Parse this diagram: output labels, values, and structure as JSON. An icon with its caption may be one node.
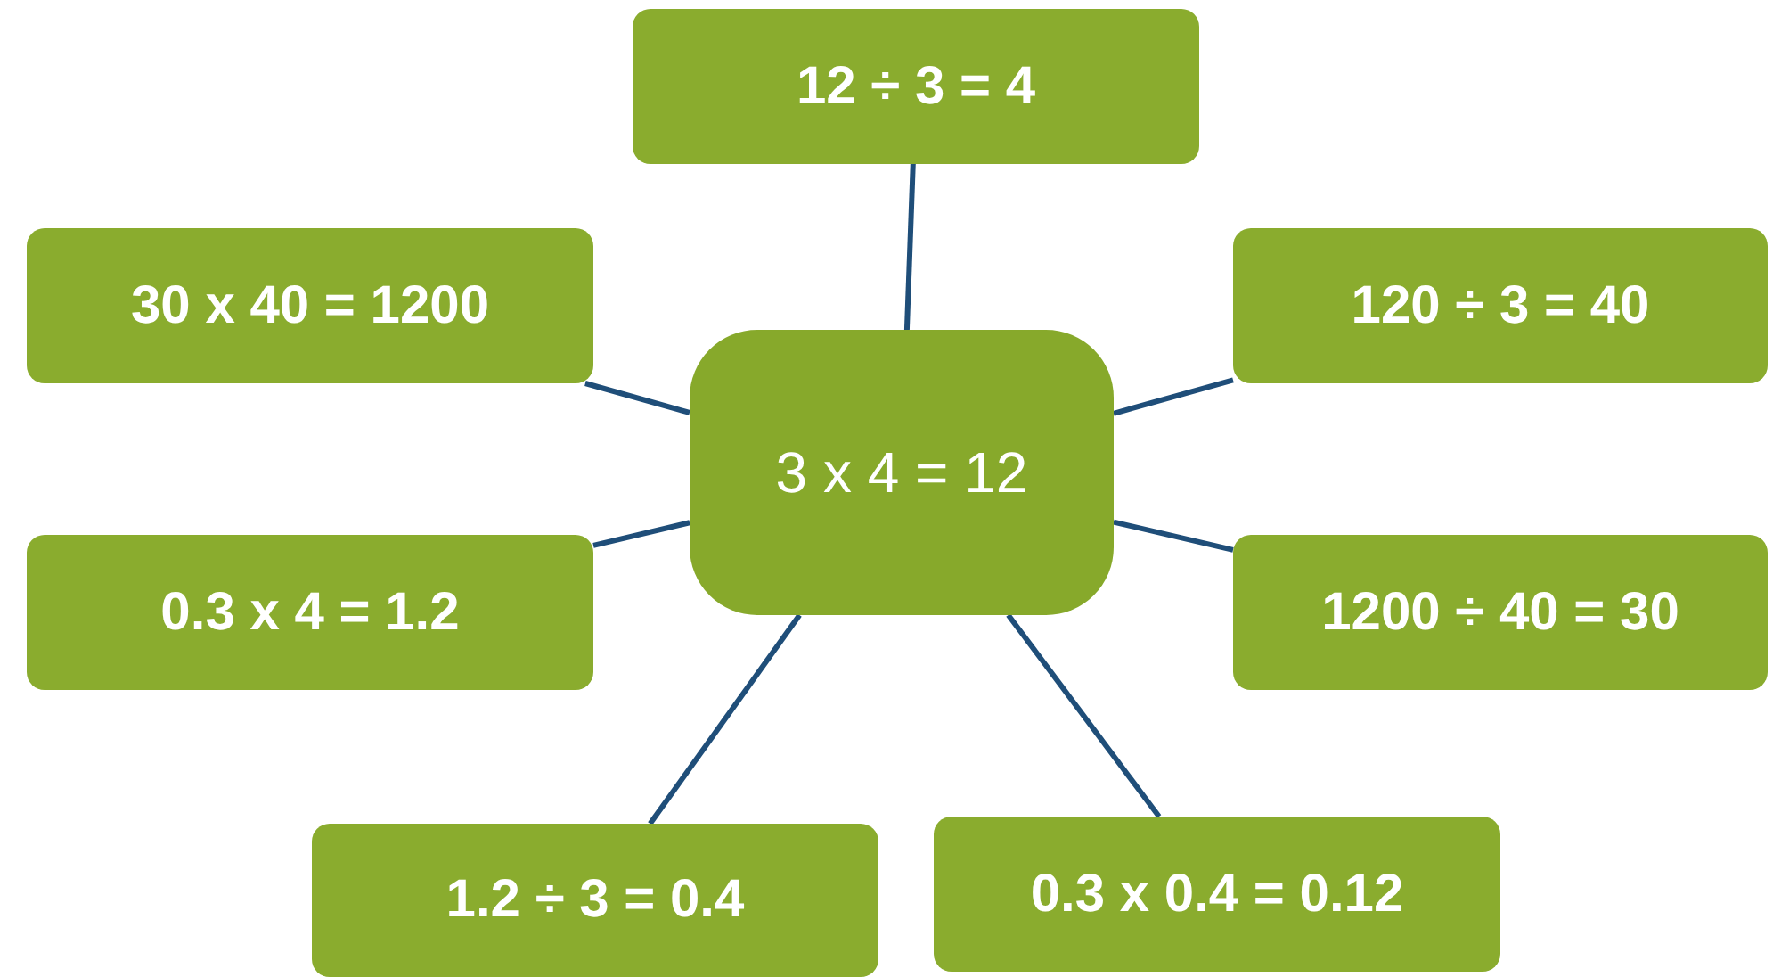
{
  "diagram": {
    "nodes": [
      {
        "text": [
          "12 ÷ 3 = 4"
        ]
      },
      {
        "text": [
          "30 x 40 = 1200"
        ]
      },
      {
        "text": [
          "120 ÷ 3 = 40"
        ]
      },
      {
        "text": [
          "3 x 4 = 12"
        ]
      },
      {
        "text": [
          "0.3 x 4 = 1.2"
        ]
      },
      {
        "text": [
          "1200 ÷ 40 = 30"
        ]
      },
      {
        "text": [
          "1.2 ÷ 3 = 0.4"
        ]
      },
      {
        "text": [
          "0.3 x 0.4 = 0.12"
        ]
      }
    ],
    "edges": [
      {
        "from": 3,
        "to": 0,
        "arrow": "none"
      },
      {
        "from": 3,
        "to": 1,
        "arrow": "none"
      },
      {
        "from": 3,
        "to": 2,
        "arrow": "none"
      },
      {
        "from": 3,
        "to": 4,
        "arrow": "none"
      },
      {
        "from": 3,
        "to": 5,
        "arrow": "none"
      },
      {
        "from": 3,
        "to": 6,
        "arrow": "none"
      },
      {
        "from": 3,
        "to": 7,
        "arrow": "none"
      }
    ]
  }
}
